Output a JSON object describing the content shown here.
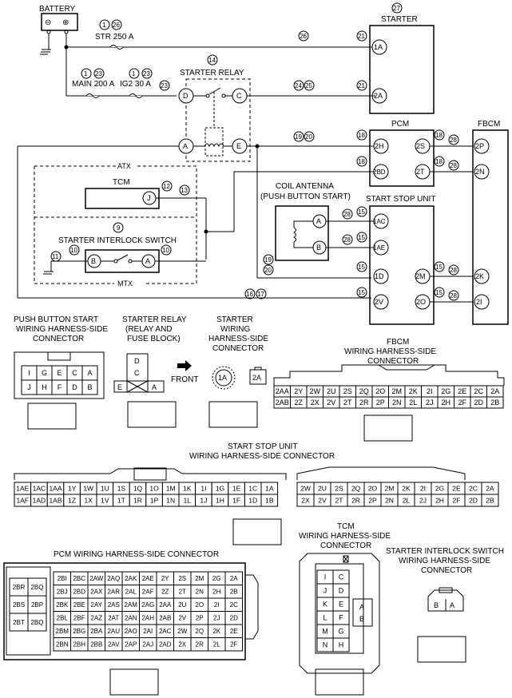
{
  "schematic": {
    "battery": "BATTERY",
    "starter": "STARTER",
    "starter_num": "27",
    "str_fuse": "STR 250 A",
    "main_fuse": "MAIN 200 A",
    "ig2_fuse": "IG2 30 A",
    "starter_relay": "STARTER RELAY",
    "relay_num": "14",
    "pcm": "PCM",
    "fbcm": "FBCM",
    "atx": "ATX",
    "mtx": "MTX",
    "tcm": "TCM",
    "interlock": "STARTER INTERLOCK SWITCH",
    "interlock_num": "9",
    "coil_antenna_1": "COIL ANTENNA",
    "coil_antenna_2": "(PUSH BUTTON START)",
    "start_stop_unit": "START STOP UNIT",
    "minus": "⊖",
    "plus": "⊕",
    "callouts": {
      "c1": "1",
      "c26": "26",
      "c23": "23",
      "c21": "21",
      "c24": "24",
      "c25": "25",
      "c18": "18",
      "c19": "19",
      "c20": "20",
      "c28": "28",
      "c12": "12",
      "c13": "13",
      "c15": "15",
      "c10": "10",
      "c11": "11",
      "c16": "16",
      "c17": "17"
    },
    "pins": {
      "st1a": "1A",
      "st2a": "2A",
      "rD": "D",
      "rC": "C",
      "rA": "A",
      "rE": "E",
      "p2h": "2H",
      "p2bd": "2BD",
      "p2s": "2S",
      "p2t": "2T",
      "f2p": "2P",
      "f2n": "2N",
      "tcmJ": "J",
      "isB": "B",
      "isA": "A",
      "caA": "A",
      "caB": "B",
      "s1ac": "1AC",
      "s1ae": "1AE",
      "s1d": "1D",
      "s2v": "2V",
      "s2m": "2M",
      "s2o": "2O",
      "f2k": "2K",
      "f2i": "2I"
    }
  },
  "connectors": {
    "pbs_title": [
      "PUSH BUTTON START",
      "WIRING HARNESS-SIDE",
      "CONNECTOR"
    ],
    "pbs_rows": [
      [
        "I",
        "G",
        "E",
        "C",
        "A"
      ],
      [
        "J",
        "H",
        "F",
        "D",
        "B"
      ]
    ],
    "relay_title": [
      "STARTER RELAY",
      "(RELAY AND",
      "FUSE BLOCK)"
    ],
    "relay_pins": {
      "D": "D",
      "C": "C",
      "E": "E",
      "A": "A"
    },
    "front": "FRONT",
    "starter_title": [
      "STARTER",
      "WIRING",
      "HARNESS-SIDE",
      "CONNECTOR"
    ],
    "starter_pins": [
      "1A",
      "2A"
    ],
    "fbcm_title": [
      "FBCM",
      "WIRING HARNESS-SIDE",
      "CONNECTOR"
    ],
    "fbcm_rows": [
      [
        "2AA",
        "2Y",
        "2W",
        "2U",
        "2S",
        "2Q",
        "2O",
        "2M",
        "2K",
        "2I",
        "2G",
        "2E",
        "2C",
        "2A"
      ],
      [
        "2AB",
        "2Z",
        "2X",
        "2V",
        "2T",
        "2R",
        "2P",
        "2N",
        "2L",
        "2J",
        "2H",
        "2F",
        "2D",
        "2B"
      ]
    ],
    "ssu_title": [
      "START STOP UNIT",
      "WIRING HARNESS-SIDE CONNECTOR"
    ],
    "ssu1_rows": [
      [
        "1AE",
        "1AC",
        "1AA",
        "1Y",
        "1W",
        "1U",
        "1S",
        "1Q",
        "1O",
        "1M",
        "1K",
        "1I",
        "1G",
        "1E",
        "1C",
        "1A"
      ],
      [
        "1AF",
        "1AD",
        "1AB",
        "1Z",
        "1X",
        "1V",
        "1T",
        "1R",
        "1P",
        "1N",
        "1L",
        "1J",
        "1H",
        "1F",
        "1D",
        "1B"
      ]
    ],
    "ssu2_rows": [
      [
        "2W",
        "2U",
        "2S",
        "2Q",
        "2O",
        "2M",
        "2K",
        "2I",
        "2G",
        "2E",
        "2C",
        "2A"
      ],
      [
        "2X",
        "2V",
        "2T",
        "2R",
        "2P",
        "2N",
        "2L",
        "2J",
        "2H",
        "2F",
        "2D",
        "2B"
      ]
    ],
    "pcm_title": "PCM WIRING HARNESS-SIDE CONNECTOR",
    "pcm_left": [
      [
        "2BR",
        "2BQ"
      ],
      [
        "2BS",
        "2BP"
      ],
      [
        "2BT",
        "2BQ"
      ]
    ],
    "pcm_rows": [
      [
        "2BI",
        "2BC",
        "2AW",
        "2AQ",
        "2AK",
        "2AE",
        "2Y",
        "2S",
        "2M",
        "2G",
        "2A"
      ],
      [
        "2BJ",
        "2BD",
        "2AX",
        "2AR",
        "2AL",
        "2AF",
        "2Z",
        "2T",
        "2N",
        "2H",
        "2B"
      ],
      [
        "2BK",
        "2BE",
        "2AY",
        "2AS",
        "2AM",
        "2AG",
        "2AA",
        "2U",
        "2O",
        "2I",
        "2C"
      ],
      [
        "2BL",
        "2BF",
        "2AZ",
        "2AT",
        "2AN",
        "2AH",
        "2AB",
        "2V",
        "2P",
        "2J",
        "2D"
      ],
      [
        "2BM",
        "2BG",
        "2BA",
        "2AU",
        "2AO",
        "2AI",
        "2AC",
        "2W",
        "2Q",
        "2K",
        "2E"
      ],
      [
        "2BN",
        "2BH",
        "2BB",
        "2AV",
        "2AP",
        "2AJ",
        "2AD",
        "2X",
        "2R",
        "2L",
        "2F"
      ]
    ],
    "tcm_title": [
      "TCM",
      "WIRING HARNESS-SIDE",
      "CONNECTOR"
    ],
    "tcm_rows": [
      [
        "I",
        "C"
      ],
      [
        "J",
        "D"
      ],
      [
        "K",
        "E"
      ],
      [
        "L",
        "F"
      ],
      [
        "M",
        "G"
      ],
      [
        "N",
        "H"
      ]
    ],
    "tcm_ab": [
      "A",
      "B"
    ],
    "isw_title": [
      "STARTER INTERLOCK SWITCH",
      "WIRING HARNESS-SIDE",
      "CONNECTOR"
    ],
    "isw_pins": [
      "B",
      "A"
    ]
  }
}
